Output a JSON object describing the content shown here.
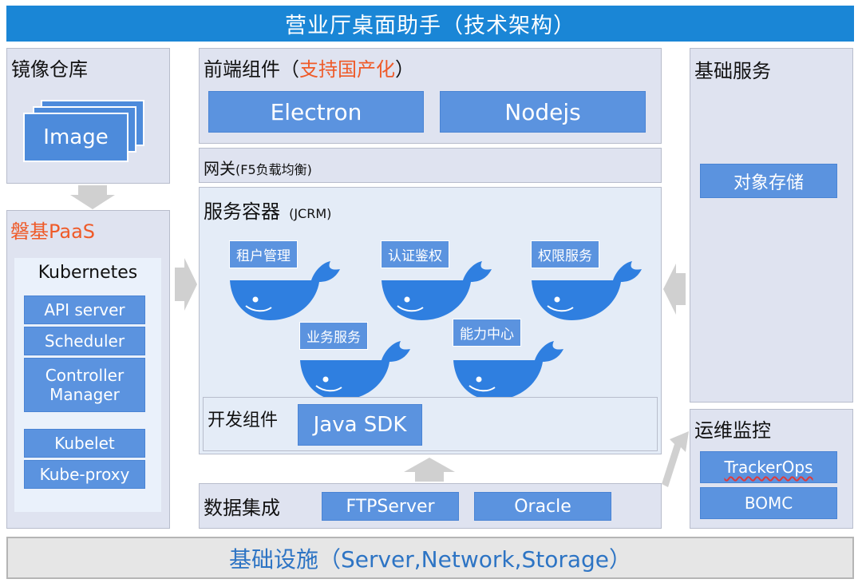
{
  "header": {
    "title": "营业厅桌面助手（技术架构）"
  },
  "footer": {
    "label": "基础设施（Server,Network,Storage）"
  },
  "mirror_repo": {
    "title": "镜像仓库",
    "image_label": "Image"
  },
  "paas": {
    "title": "磐基PaaS",
    "kubernetes": {
      "title": "Kubernetes",
      "components": [
        "API server",
        "Scheduler",
        "Controller Manager",
        "Kubelet",
        "Kube-proxy"
      ]
    }
  },
  "frontend": {
    "title_prefix": "前端组件（",
    "title_highlight": "支持国产化",
    "title_suffix": "）",
    "items": [
      "Electron",
      "Nodejs"
    ]
  },
  "gateway": {
    "title": "网关",
    "subtitle": "(F5负载均衡)"
  },
  "service_container": {
    "title": "服务容器",
    "subtitle": "(JCRM)",
    "services": [
      "租户管理",
      "认证鉴权",
      "权限服务",
      "业务服务",
      "能力中心"
    ]
  },
  "dev_components": {
    "title": "开发组件",
    "item": "Java SDK"
  },
  "data_integration": {
    "title": "数据集成",
    "items": [
      "FTPServer",
      "Oracle"
    ]
  },
  "basic_services": {
    "title": "基础服务",
    "item": "对象存储"
  },
  "ops_monitoring": {
    "title": "运维监控",
    "items": [
      "TrackerOps",
      "BOMC"
    ]
  },
  "colors": {
    "header_blue": "#1a86d6",
    "box_blue": "#5b93df",
    "whale_blue": "#2f7fe0",
    "highlight_orange": "#ef5a28",
    "panel_gray": "#dfe3f0",
    "arrow_gray": "#d0d0d0"
  }
}
